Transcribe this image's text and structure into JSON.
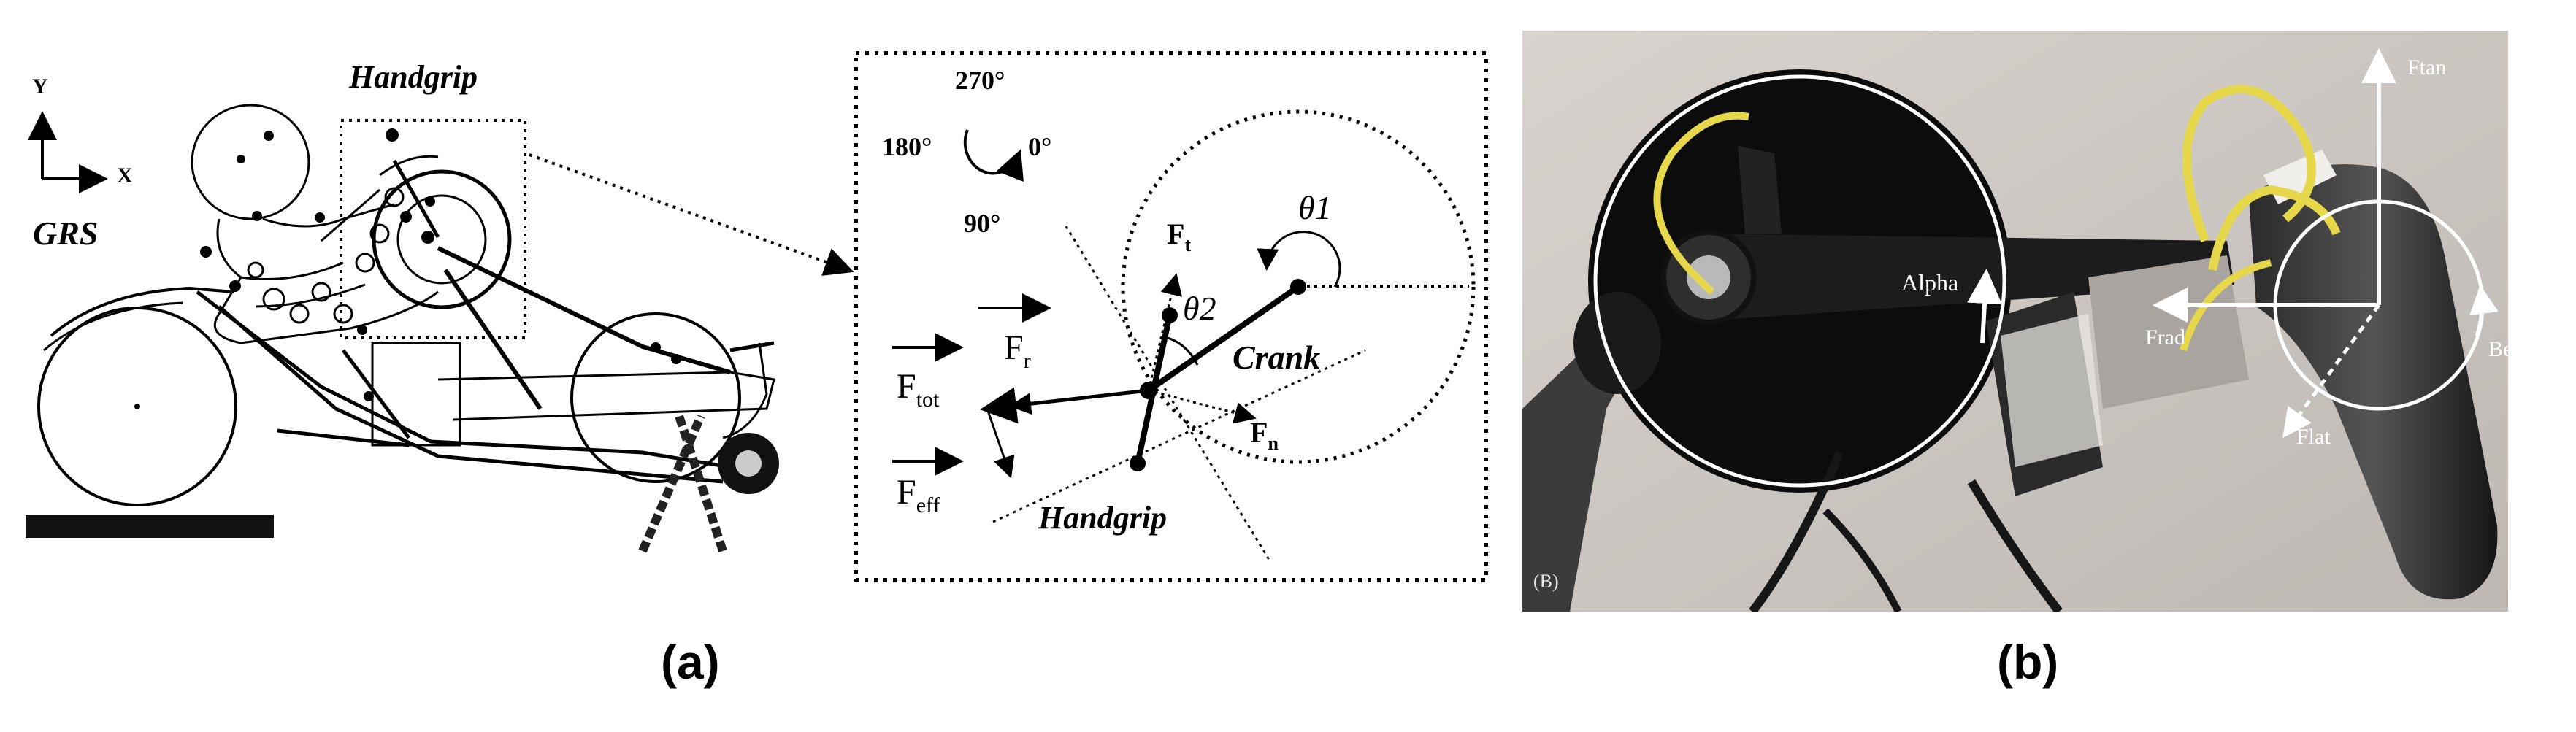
{
  "panel_a": {
    "caption": "(a)",
    "axes": {
      "y": "Y",
      "x": "X",
      "system": "GRS"
    },
    "handgrip_box_label": "Handgrip",
    "inset": {
      "angles": {
        "top": "270°",
        "left": "180°",
        "right": "0°",
        "bottom": "90°"
      },
      "crank_label": "Crank",
      "handgrip_label": "Handgrip",
      "theta1": "θ1",
      "theta2": "θ2",
      "ft": {
        "base": "F",
        "sub": "t"
      },
      "fn": {
        "base": "F",
        "sub": "n"
      },
      "fr": {
        "base": "F",
        "sub": "r"
      },
      "ftot": {
        "base": "F",
        "sub": "tot"
      },
      "feff": {
        "base": "F",
        "sub": "eff"
      }
    }
  },
  "panel_b": {
    "caption": "(b)",
    "corner_label": "(B)",
    "labels": {
      "alpha": "Alpha",
      "ftan": "Ftan",
      "frad": "Frad",
      "beta": "Beta",
      "flat": "Flat"
    },
    "colors": {
      "cable": "#e6d84a",
      "disc": "#0c0c0c",
      "wall": "#cfcac5"
    }
  }
}
